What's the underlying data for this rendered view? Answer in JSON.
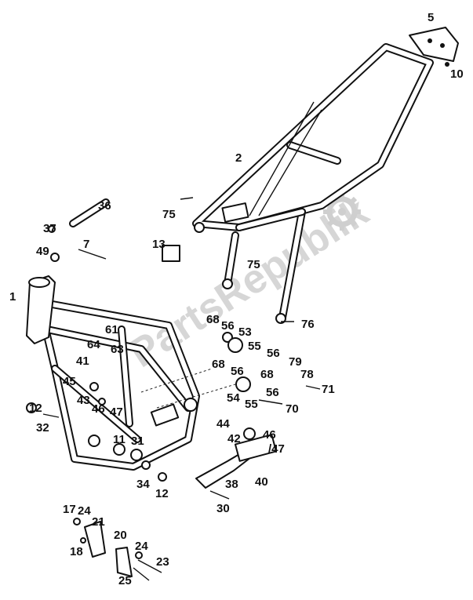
{
  "watermark": {
    "text": "PartsRepublik",
    "icon": "gear-icon"
  },
  "part_labels": [
    "1",
    "2",
    "5",
    "10",
    "7",
    "11",
    "12",
    "12",
    "13",
    "17",
    "18",
    "20",
    "21",
    "23",
    "24",
    "24",
    "25",
    "30",
    "31",
    "32",
    "34",
    "36",
    "37",
    "38",
    "40",
    "41",
    "42",
    "43",
    "44",
    "45",
    "46",
    "46",
    "/47",
    "47",
    "49",
    "53",
    "54",
    "55",
    "55",
    "56",
    "56",
    "56",
    "56",
    "61",
    "63",
    "64",
    "68",
    "68",
    "68",
    "70",
    "71",
    "75",
    "75",
    "76",
    "78",
    "79"
  ]
}
